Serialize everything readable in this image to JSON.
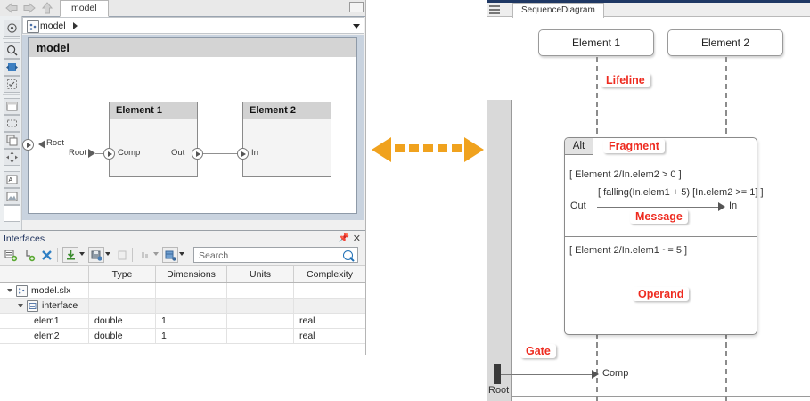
{
  "left_pane": {
    "nav": [
      {
        "name": "back",
        "icon": "back-arrow-icon"
      },
      {
        "name": "forward",
        "icon": "forward-arrow-icon"
      },
      {
        "name": "up",
        "icon": "up-arrow-icon"
      }
    ],
    "tab_label": "model",
    "address": {
      "icon": "model-block-icon",
      "text": "model"
    },
    "canvas": {
      "title": "model",
      "root_port_label": "Root",
      "root_signal_label": "Root",
      "elements": [
        {
          "title": "Element 1",
          "in_port": "Comp",
          "out_port": "Out"
        },
        {
          "title": "Element 2",
          "in_port": "In",
          "out_port": ""
        }
      ]
    },
    "rail_icons": [
      "pan-icon",
      "zoom-icon",
      "fit-to-view-icon",
      "zoom-region-icon",
      "blank-page-icon",
      "dashed-box-icon",
      "copy-icon",
      "move-icon",
      "annotation-icon",
      "image-icon",
      "area-icon"
    ],
    "mini_toolbar_icons": [
      "database-icon",
      "hierarchy-icon"
    ]
  },
  "interfaces": {
    "title": "Interfaces",
    "pin_icon": "pin-icon",
    "close_icon": "close-icon",
    "toolbar_buttons": [
      "new-data-interface-icon",
      "new-element-icon",
      "delete-icon",
      "import-icon",
      "save-icon",
      "copy-interface-icon",
      "bus-icon",
      "assign-port-icon"
    ],
    "search": {
      "placeholder": "Search",
      "icon": "search-icon"
    },
    "columns": [
      "",
      "Type",
      "Dimensions",
      "Units",
      "Complexity"
    ],
    "rows": [
      {
        "indent": 0,
        "expander": "expanded",
        "icon": "model-file-icon",
        "name": "model.slx",
        "type": "",
        "dimensions": "",
        "units": "",
        "complexity": "",
        "shaded": false
      },
      {
        "indent": 1,
        "expander": "expanded",
        "icon": "interface-icon",
        "name": "interface",
        "type": "",
        "dimensions": "",
        "units": "",
        "complexity": "",
        "shaded": true
      },
      {
        "indent": 2,
        "expander": "none",
        "icon": "",
        "name": "elem1",
        "type": "double",
        "dimensions": "1",
        "units": "",
        "complexity": "real",
        "shaded": false
      },
      {
        "indent": 2,
        "expander": "none",
        "icon": "",
        "name": "elem2",
        "type": "double",
        "dimensions": "1",
        "units": "",
        "complexity": "real",
        "shaded": false
      }
    ]
  },
  "middle": {
    "arrow_name": "bidirectional-dashed-arrow",
    "color": "#f0a21e",
    "dash_count": 6
  },
  "sequence_diagram": {
    "tab_label": "SequenceDiagram",
    "menu_icon": "hamburger-menu-icon",
    "elements": [
      {
        "label": "Element 1"
      },
      {
        "label": "Element 2"
      }
    ],
    "fragment": {
      "operator": "Alt",
      "operand_1_guard": "[ Element 2/In.elem2 > 0 ]",
      "operand_2_guard": "[ Element 2/In.elem1 ~= 5 ]",
      "message": {
        "text": "[ falling(In.elem1 + 5) [In.elem2 >= 1] ]",
        "source_port": "Out",
        "target_port": "In"
      }
    },
    "gate": {
      "label": "Root",
      "message_target": "Comp"
    },
    "callouts": [
      {
        "text": "Lifeline"
      },
      {
        "text": "Fragment"
      },
      {
        "text": "Message"
      },
      {
        "text": "Operand"
      },
      {
        "text": "Gate"
      }
    ],
    "callout_color": "#ee2b20"
  }
}
